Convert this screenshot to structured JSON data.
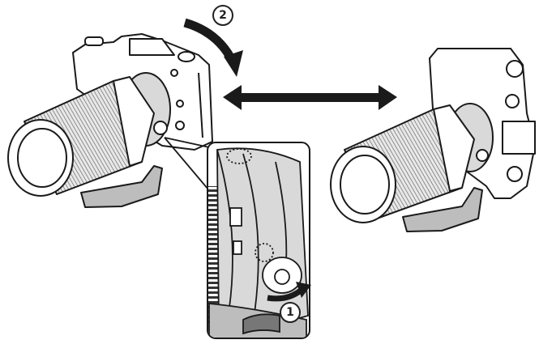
{
  "diagram": {
    "subject": "Camera with telephoto lens on tripod mount, rotated from landscape to portrait orientation",
    "step_labels": [
      {
        "id": "step-1",
        "text": "1",
        "meaning": "Loosen / turn the tripod collar locking knob"
      },
      {
        "id": "step-2",
        "text": "2",
        "meaning": "Rotate camera body"
      }
    ],
    "figures": [
      {
        "name": "camera-landscape",
        "orientation": "landscape"
      },
      {
        "name": "camera-portrait",
        "orientation": "portrait"
      }
    ],
    "inset": {
      "name": "tripod-collar-detail",
      "description": "Close-up of lens mount collar with dotted index marks and locking knob"
    },
    "arrows": [
      {
        "name": "rotation-arrow",
        "type": "curved",
        "direction": "clockwise"
      },
      {
        "name": "orientation-double-arrow",
        "type": "double-headed",
        "direction": "horizontal"
      },
      {
        "name": "knob-turn-arrow",
        "type": "curved",
        "direction": "clockwise"
      }
    ],
    "colors": {
      "line": "#1a1a1a",
      "fill_light": "#ffffff",
      "fill_gray": "#bdbdbd",
      "fill_mid": "#d9d9d9"
    }
  }
}
